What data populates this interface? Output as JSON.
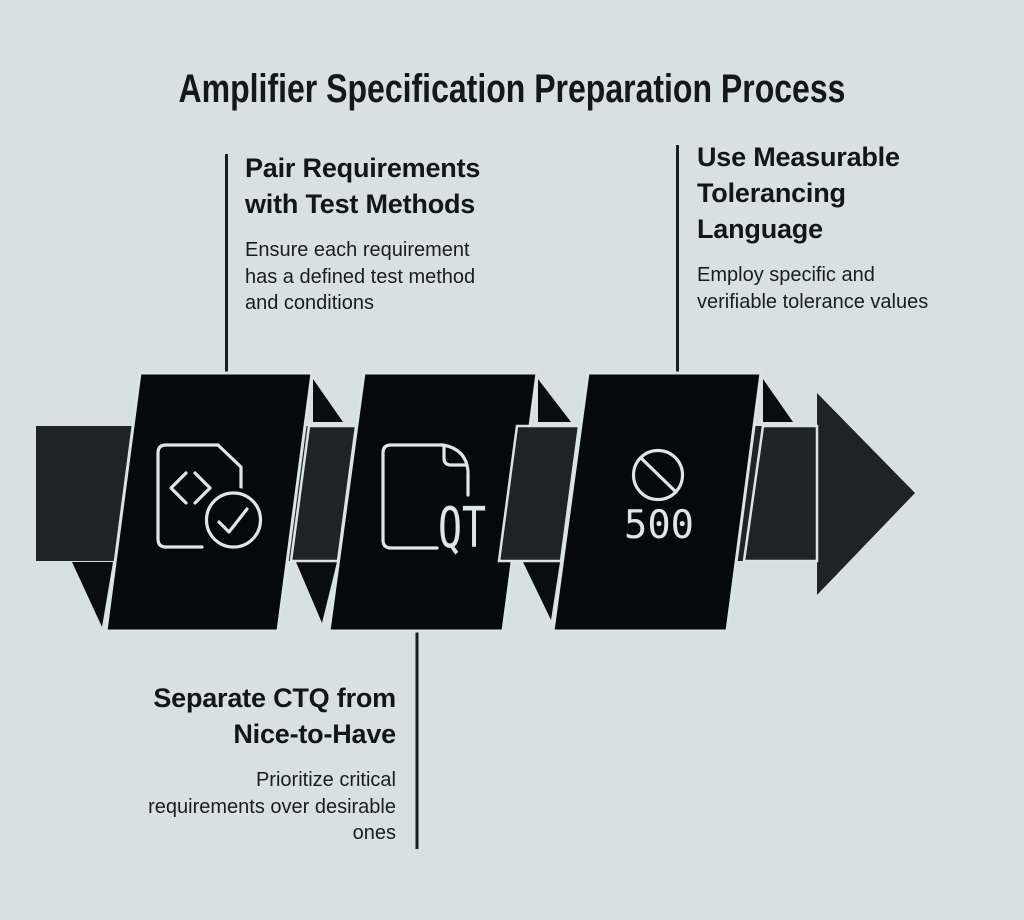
{
  "title": "Amplifier Specification Preparation Process",
  "colors": {
    "background": "#d8e1e1",
    "panel": "#060909",
    "band": "#1e2323",
    "outline": "#dbe4e4",
    "icon_stroke": "#dde7e7",
    "text": "#14181a"
  },
  "steps": [
    {
      "icon": "code-file-check-icon",
      "label_position": "top",
      "title_lines": [
        "Pair Requirements",
        "with Test Methods"
      ],
      "desc_lines": [
        "Ensure each requirement",
        "has a defined test method",
        "and conditions"
      ]
    },
    {
      "icon": "document-qt-icon",
      "icon_text": "QT",
      "label_position": "bottom",
      "title_lines": [
        "Separate CTQ from",
        "Nice-to-Have"
      ],
      "desc_lines": [
        "Prioritize critical",
        "requirements over desirable",
        "ones"
      ]
    },
    {
      "icon": "prohibition-500-icon",
      "icon_text": "500",
      "label_position": "top",
      "title_lines": [
        "Use Measurable",
        "Tolerancing",
        "Language"
      ],
      "desc_lines": [
        "Employ specific and",
        "verifiable tolerance values"
      ]
    }
  ]
}
